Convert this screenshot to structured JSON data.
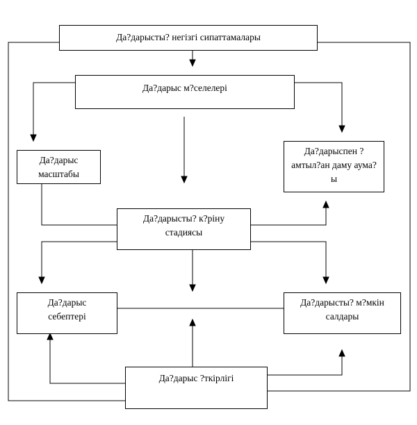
{
  "nodes": {
    "main": "Да?дарысты?  негізгі сипаттамалары",
    "problems": "Да?дарыс м?селелері",
    "scale": "Да?дарыс масштабы",
    "area": "Да?дарыспен ?амтыл?ан даму аума?ы",
    "stages": "Да?дарысты? к?ріну стадиясы",
    "causes": "Да?дарыс себептері",
    "consequences": "Да?дарысты?  м?мкін салдары",
    "severity": "Да?дарыс ?ткірлігі"
  }
}
